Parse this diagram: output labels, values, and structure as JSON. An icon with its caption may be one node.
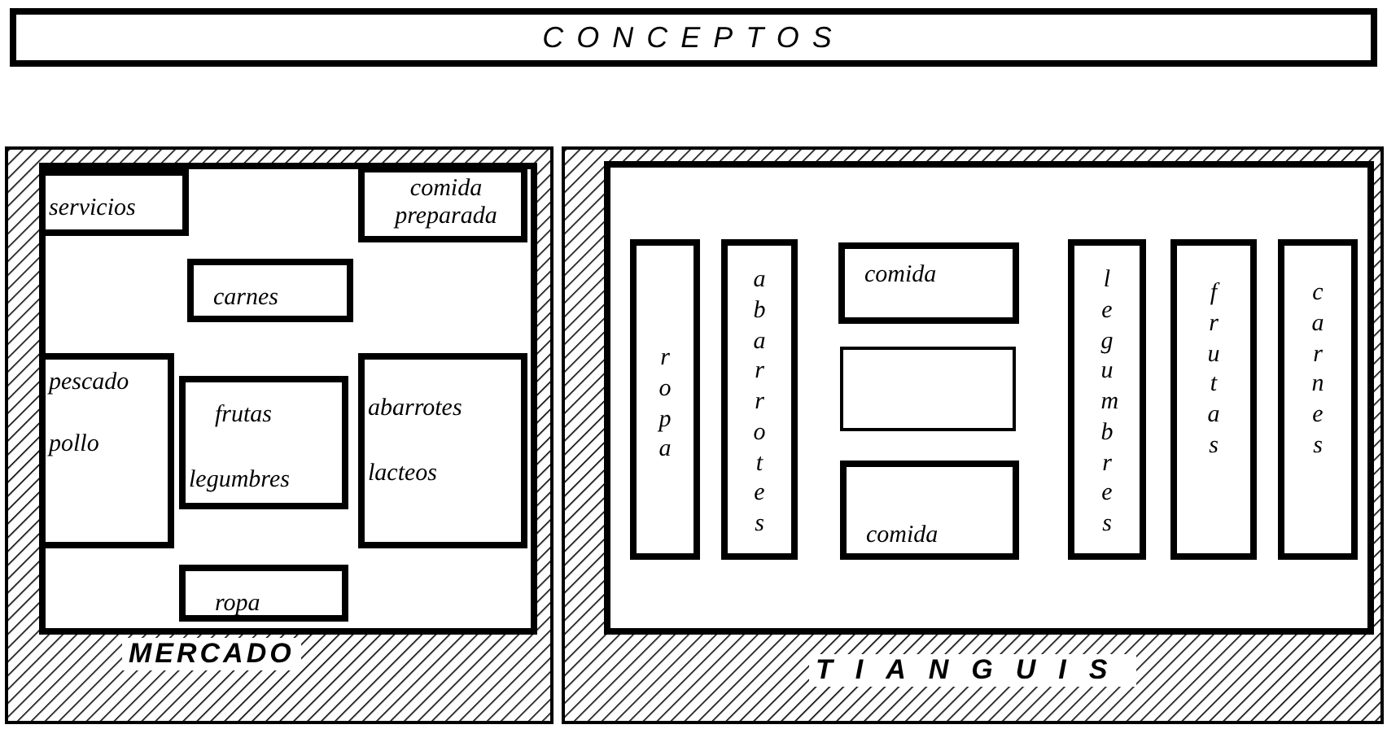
{
  "diagram": {
    "title": "CONCEPTOS",
    "nodes": [
      {
        "text": [
          "MERCADO"
        ]
      },
      {
        "text": [
          "servicios"
        ],
        "in": 0
      },
      {
        "text": [
          "comida preparada"
        ],
        "in": 0
      },
      {
        "text": [
          "carnes"
        ],
        "in": 0
      },
      {
        "text": [
          "pescado",
          "pollo"
        ],
        "in": 0
      },
      {
        "text": [
          "frutas",
          "legumbres"
        ],
        "in": 0
      },
      {
        "text": [
          "abarrotes",
          "lacteos"
        ],
        "in": 0
      },
      {
        "text": [
          "ropa"
        ],
        "in": 0
      },
      {
        "text": [
          "TIANGUIS"
        ]
      },
      {
        "text": [
          "ropa"
        ],
        "in": 8
      },
      {
        "text": [
          "abarrotes"
        ],
        "in": 8
      },
      {
        "text": [
          "comida"
        ],
        "in": 8
      },
      {
        "text": [],
        "shape": "box",
        "in": 8
      },
      {
        "text": [
          "comida"
        ],
        "in": 8
      },
      {
        "text": [
          "legumbres"
        ],
        "in": 8
      },
      {
        "text": [
          "frutas"
        ],
        "in": 8
      },
      {
        "text": [
          "carnes"
        ],
        "in": 8
      }
    ]
  }
}
